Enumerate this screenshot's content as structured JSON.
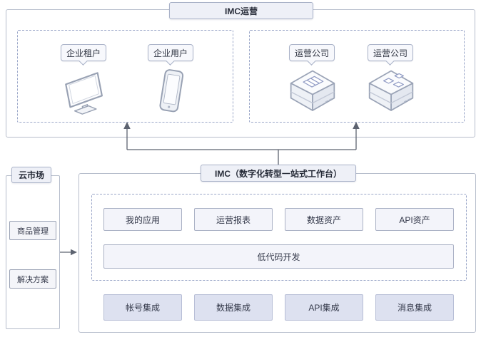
{
  "diagram": {
    "top": {
      "title": "IMC运营",
      "groups": [
        {
          "name": "enterprise-side",
          "items": [
            {
              "label": "企业租户",
              "icon": "monitor-icon"
            },
            {
              "label": "企业用户",
              "icon": "phone-icon"
            }
          ]
        },
        {
          "name": "operator-side",
          "items": [
            {
              "label": "运营公司",
              "icon": "cube-table-icon"
            },
            {
              "label": "运营公司",
              "icon": "cube-flow-icon"
            }
          ]
        }
      ]
    },
    "cloud_market": {
      "title": "云市场",
      "items": [
        "商品管理",
        "解决方案"
      ]
    },
    "imc": {
      "title": "IMC（数字化转型一站式工作台）",
      "apps": [
        "我的应用",
        "运营报表",
        "数据资产",
        "API资产"
      ],
      "lowcode": "低代码开发",
      "integrations": [
        "帐号集成",
        "数据集成",
        "API集成",
        "消息集成"
      ]
    },
    "colors": {
      "container_border": "#b6bdcb",
      "dashed_border": "#9aa6c8",
      "title_fill": "#eef0f7",
      "cell_fill": "#f3f4fa",
      "integration_fill": "#dde1f0",
      "connector": "#5d6370"
    }
  }
}
